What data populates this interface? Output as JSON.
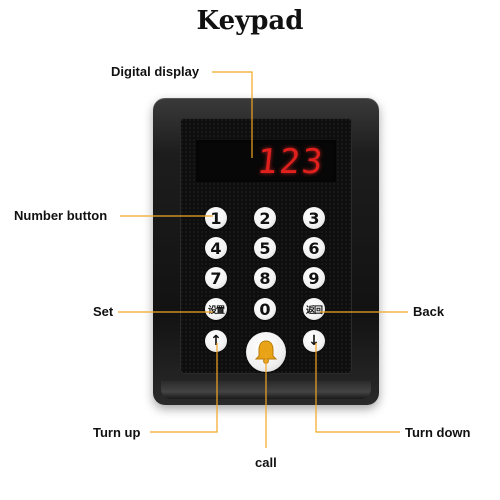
{
  "title": "Keypad",
  "labels": {
    "digital_display": "Digital display",
    "number_button": "Number button",
    "set": "Set",
    "back": "Back",
    "turn_up": "Turn up",
    "call": "call",
    "turn_down": "Turn down"
  },
  "display": {
    "value": "123",
    "color": "#e0201c"
  },
  "keys": {
    "k1": "1",
    "k2": "2",
    "k3": "3",
    "k4": "4",
    "k5": "5",
    "k6": "6",
    "k7": "7",
    "k8": "8",
    "k9": "9",
    "set": "设置",
    "k0": "0",
    "back": "返回",
    "up": "↑",
    "down": "↓"
  },
  "icons": {
    "call": "bell-icon"
  },
  "colors": {
    "leader_line": "#f2a623",
    "call_bell": "#e8a317",
    "device": "#141414"
  }
}
